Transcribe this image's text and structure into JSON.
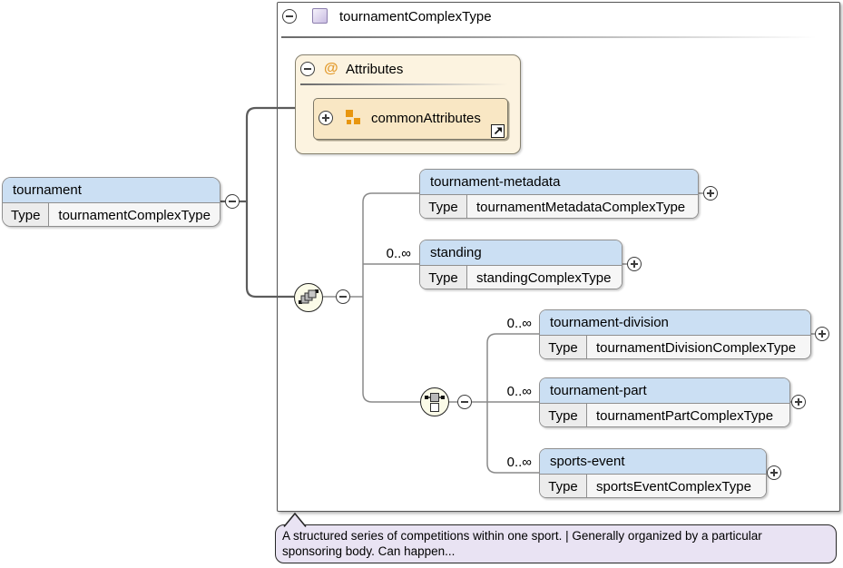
{
  "container": {
    "title": "tournamentComplexType"
  },
  "root": {
    "name": "tournament",
    "type_value": "tournamentComplexType"
  },
  "labels": {
    "type": "Type"
  },
  "attributes": {
    "symbol": "@",
    "title": "Attributes",
    "group_name": "commonAttributes"
  },
  "elements": [
    {
      "name": "tournament-metadata",
      "type_value": "tournamentMetadataComplexType",
      "occurs": ""
    },
    {
      "name": "standing",
      "type_value": "standingComplexType",
      "occurs": "0..∞"
    },
    {
      "name": "tournament-division",
      "type_value": "tournamentDivisionComplexType",
      "occurs": "0..∞"
    },
    {
      "name": "tournament-part",
      "type_value": "tournamentPartComplexType",
      "occurs": "0..∞"
    },
    {
      "name": "sports-event",
      "type_value": "sportsEventComplexType",
      "occurs": "0..∞"
    }
  ],
  "annotation": {
    "text": "A structured series of competitions within one sport. | Generally organized by a particular sponsoring body. Can happen..."
  },
  "icons": {
    "collapse": "minus-circle",
    "expand": "plus-circle",
    "complex_type": "purple-gradient-square",
    "attribute_group": "orange-squares",
    "reference": "northeast-arrow",
    "compositor_all": "diagonal-stacked-squares",
    "compositor_choice": "line-square-branch"
  },
  "colors": {
    "element_header": "#cbdff3",
    "type_label_bg": "#ececec",
    "box_border": "#8f8f8f",
    "attributes_fill": "#fcf3e0",
    "attribute_item_fill": "#f9e7c4",
    "attribute_accent": "#e39b2d",
    "complextype_icon": "#c9bce2",
    "annotation_fill": "#e9e3f3",
    "connector": "#5c5c5c",
    "compositor_fill": "#fbfbe8"
  }
}
